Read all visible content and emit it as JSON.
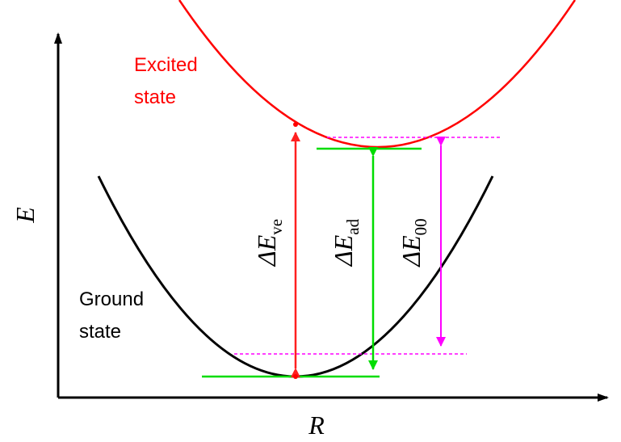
{
  "axes": {
    "x_label": "R",
    "y_label": "E"
  },
  "curves": {
    "excited": {
      "label_line1": "Excited",
      "label_line2": "state",
      "color": "#ff0000"
    },
    "ground": {
      "label_line1": "Ground",
      "label_line2": "state",
      "color": "#000000"
    }
  },
  "transitions": {
    "vertical": {
      "symbol": "ΔE",
      "subscript": "ve",
      "color": "#ff2020"
    },
    "adiabatic": {
      "symbol": "ΔE",
      "subscript": "ad",
      "color": "#00dd00"
    },
    "zero_zero": {
      "symbol": "ΔE",
      "subscript": "00",
      "color": "#ff00ff"
    }
  },
  "colors": {
    "axis": "#000000",
    "zero_point_level": "#ff00ff",
    "minimum_marker": "#00dd00"
  }
}
